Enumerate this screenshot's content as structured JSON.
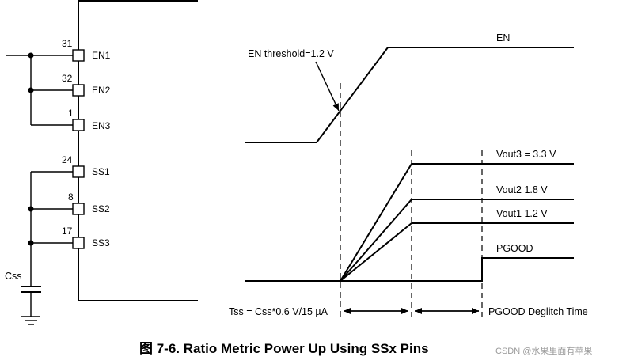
{
  "schematic": {
    "pins": [
      {
        "number": "31",
        "name": "EN1"
      },
      {
        "number": "32",
        "name": "EN2"
      },
      {
        "number": "1",
        "name": "EN3"
      },
      {
        "number": "24",
        "name": "SS1"
      },
      {
        "number": "8",
        "name": "SS2"
      },
      {
        "number": "17",
        "name": "SS3"
      }
    ],
    "capacitor_label": "Css"
  },
  "timing": {
    "en_label": "EN",
    "en_threshold_label": "EN threshold=1.2 V",
    "vout3_label": "Vout3 = 3.3 V",
    "vout2_label": "Vout2 1.8 V",
    "vout1_label": "Vout1 1.2 V",
    "pgood_label": "PGOOD",
    "tss_label": "Tss = Css*0.6 V/15 µA",
    "deglitch_label": "PGOOD Deglitch Time"
  },
  "caption": "图 7-6. Ratio Metric Power Up Using SSx Pins",
  "watermark": "CSDN @水果里面有苹果"
}
